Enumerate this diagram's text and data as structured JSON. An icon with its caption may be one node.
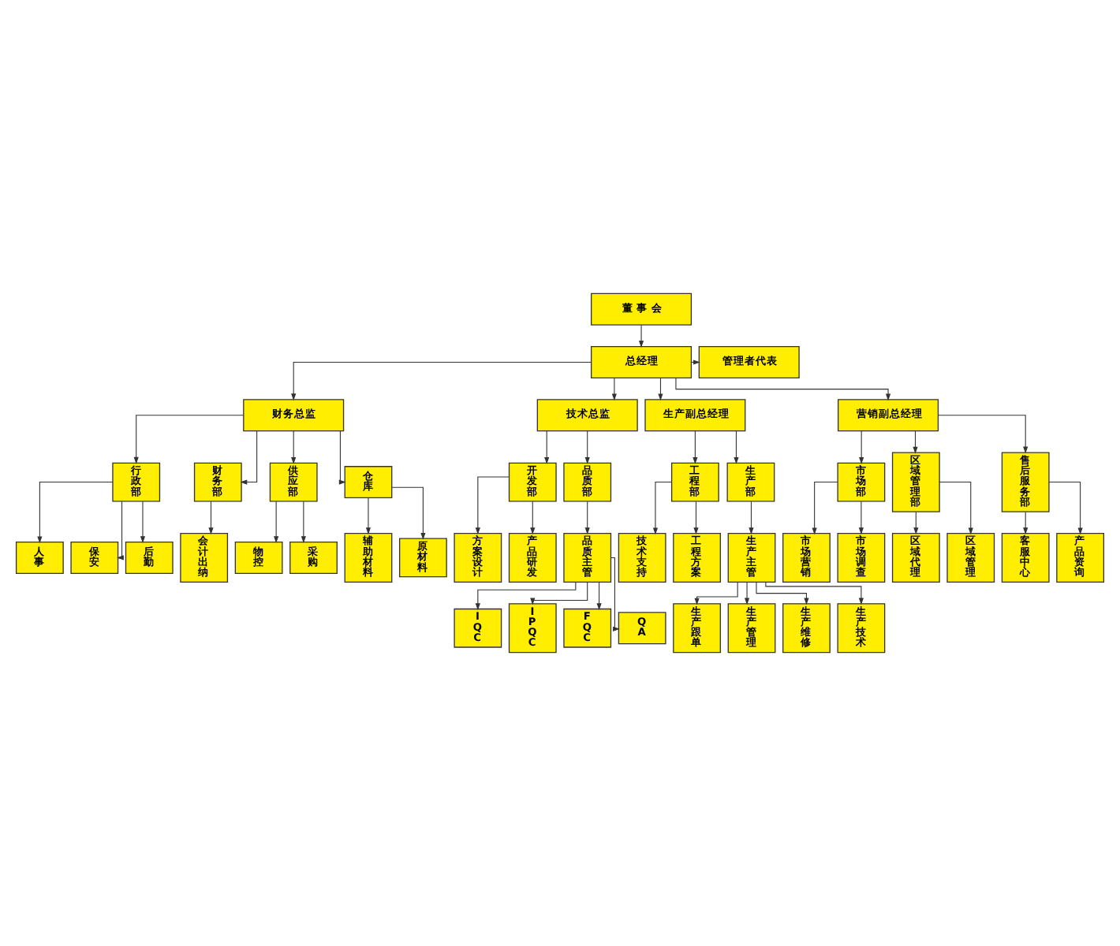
{
  "diagram": {
    "nodes": [
      {
        "text": [
          "董 事 会"
        ]
      },
      {
        "text": [
          "总经理"
        ]
      },
      {
        "text": [
          "管理者代表"
        ]
      },
      {
        "text": [
          "财务总监"
        ]
      },
      {
        "text": [
          "技术总监"
        ]
      },
      {
        "text": [
          "生产副总经理"
        ]
      },
      {
        "text": [
          "营销副总经理"
        ]
      },
      {
        "text": [
          "行政部"
        ]
      },
      {
        "text": [
          "财务部"
        ]
      },
      {
        "text": [
          "供应部"
        ]
      },
      {
        "text": [
          "仓库"
        ]
      },
      {
        "text": [
          "开发部"
        ]
      },
      {
        "text": [
          "品质部"
        ]
      },
      {
        "text": [
          "工程部"
        ]
      },
      {
        "text": [
          "生产部"
        ]
      },
      {
        "text": [
          "市场部"
        ]
      },
      {
        "text": [
          "区域管理部"
        ]
      },
      {
        "text": [
          "售后服务部"
        ]
      },
      {
        "text": [
          "人事"
        ]
      },
      {
        "text": [
          "保安"
        ]
      },
      {
        "text": [
          "后勤"
        ]
      },
      {
        "text": [
          "会计出纳"
        ]
      },
      {
        "text": [
          "物控"
        ]
      },
      {
        "text": [
          "采购"
        ]
      },
      {
        "text": [
          "辅助材料"
        ]
      },
      {
        "text": [
          "原材料"
        ]
      },
      {
        "text": [
          "方案设计"
        ]
      },
      {
        "text": [
          "产品研发"
        ]
      },
      {
        "text": [
          "品质主管"
        ]
      },
      {
        "text": [
          "技术支持"
        ]
      },
      {
        "text": [
          "工程方案"
        ]
      },
      {
        "text": [
          "生产主管"
        ]
      },
      {
        "text": [
          "市场营销"
        ]
      },
      {
        "text": [
          "市场调查"
        ]
      },
      {
        "text": [
          "区域代理"
        ]
      },
      {
        "text": [
          "区域管理"
        ]
      },
      {
        "text": [
          "客服中心"
        ]
      },
      {
        "text": [
          "产品资询"
        ]
      },
      {
        "text": [
          "IQC"
        ]
      },
      {
        "text": [
          "IPQC"
        ]
      },
      {
        "text": [
          "FQC"
        ]
      },
      {
        "text": [
          "QA"
        ]
      },
      {
        "text": [
          "生产跟单"
        ]
      },
      {
        "text": [
          "生产管理"
        ]
      },
      {
        "text": [
          "生产维修"
        ]
      },
      {
        "text": [
          "生产技术"
        ]
      }
    ],
    "edges": [
      {
        "from": 0,
        "to": 1,
        "arrow": "to"
      },
      {
        "from": 1,
        "to": 2,
        "arrow": "to"
      },
      {
        "from": 1,
        "to": 3,
        "arrow": "to"
      },
      {
        "from": 1,
        "to": 4,
        "arrow": "to"
      },
      {
        "from": 1,
        "to": 5,
        "arrow": "to"
      },
      {
        "from": 1,
        "to": 6,
        "arrow": "to"
      },
      {
        "from": 3,
        "to": 7,
        "arrow": "to"
      },
      {
        "from": 3,
        "to": 8,
        "arrow": "to"
      },
      {
        "from": 3,
        "to": 9,
        "arrow": "to"
      },
      {
        "from": 3,
        "to": 10,
        "arrow": "to"
      },
      {
        "from": 4,
        "to": 11,
        "arrow": "to"
      },
      {
        "from": 4,
        "to": 12,
        "arrow": "to"
      },
      {
        "from": 5,
        "to": 13,
        "arrow": "to"
      },
      {
        "from": 5,
        "to": 14,
        "arrow": "to"
      },
      {
        "from": 6,
        "to": 15,
        "arrow": "to"
      },
      {
        "from": 6,
        "to": 16,
        "arrow": "to"
      },
      {
        "from": 6,
        "to": 17,
        "arrow": "to"
      },
      {
        "from": 7,
        "to": 18,
        "arrow": "to"
      },
      {
        "from": 7,
        "to": 19,
        "arrow": "to"
      },
      {
        "from": 7,
        "to": 20,
        "arrow": "to"
      },
      {
        "from": 8,
        "to": 21,
        "arrow": "to"
      },
      {
        "from": 9,
        "to": 22,
        "arrow": "to"
      },
      {
        "from": 9,
        "to": 23,
        "arrow": "to"
      },
      {
        "from": 10,
        "to": 24,
        "arrow": "to"
      },
      {
        "from": 10,
        "to": 25,
        "arrow": "to"
      },
      {
        "from": 11,
        "to": 26,
        "arrow": "to"
      },
      {
        "from": 11,
        "to": 27,
        "arrow": "to"
      },
      {
        "from": 12,
        "to": 28,
        "arrow": "to"
      },
      {
        "from": 13,
        "to": 29,
        "arrow": "to"
      },
      {
        "from": 13,
        "to": 30,
        "arrow": "to"
      },
      {
        "from": 14,
        "to": 31,
        "arrow": "to"
      },
      {
        "from": 15,
        "to": 32,
        "arrow": "to"
      },
      {
        "from": 15,
        "to": 33,
        "arrow": "to"
      },
      {
        "from": 16,
        "to": 34,
        "arrow": "to"
      },
      {
        "from": 16,
        "to": 35,
        "arrow": "to"
      },
      {
        "from": 17,
        "to": 36,
        "arrow": "to"
      },
      {
        "from": 17,
        "to": 37,
        "arrow": "to"
      },
      {
        "from": 28,
        "to": 38,
        "arrow": "to"
      },
      {
        "from": 28,
        "to": 39,
        "arrow": "to"
      },
      {
        "from": 28,
        "to": 40,
        "arrow": "to"
      },
      {
        "from": 28,
        "to": 41,
        "arrow": "to"
      },
      {
        "from": 31,
        "to": 42,
        "arrow": "to"
      },
      {
        "from": 31,
        "to": 43,
        "arrow": "to"
      },
      {
        "from": 31,
        "to": 44,
        "arrow": "to"
      },
      {
        "from": 31,
        "to": 45,
        "arrow": "to"
      }
    ]
  }
}
